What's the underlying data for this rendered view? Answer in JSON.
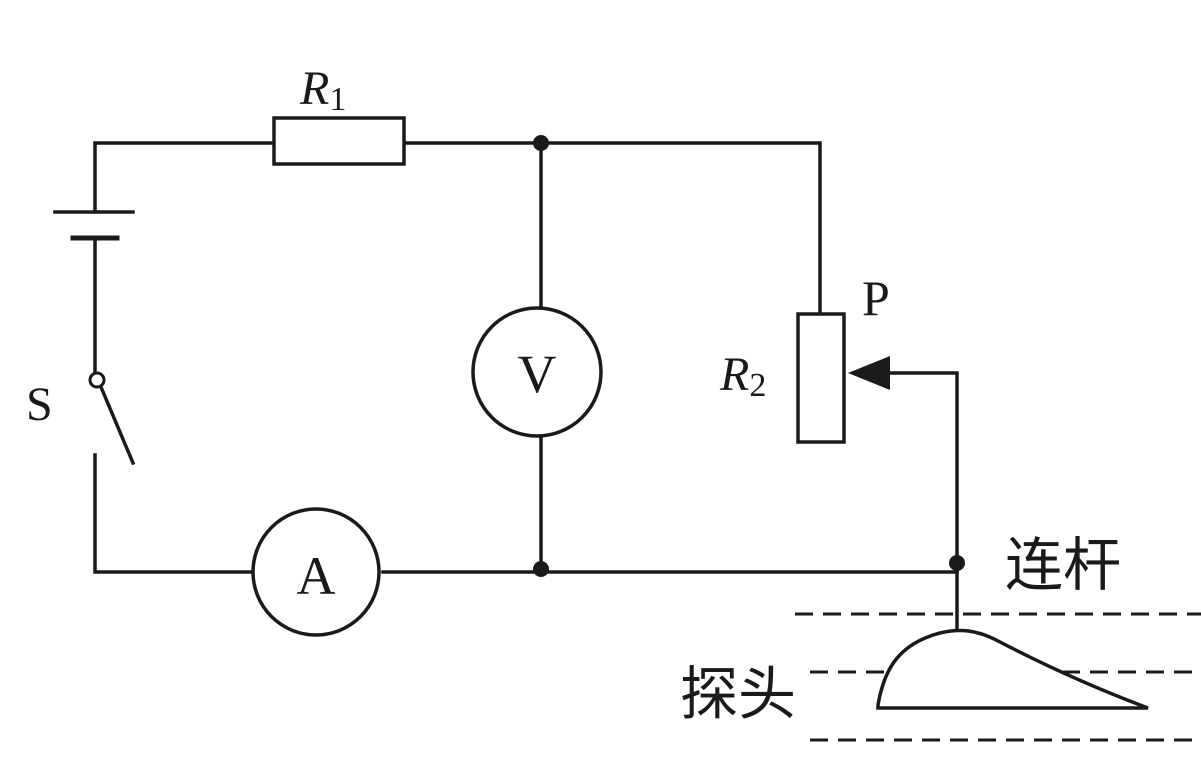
{
  "labels": {
    "r1_main": "R",
    "r1_sub": "1",
    "r2_main": "R",
    "r2_sub": "2",
    "switch": "S",
    "voltmeter": "V",
    "ammeter": "A",
    "slider": "P",
    "rod": "连杆",
    "probe": "探头"
  }
}
